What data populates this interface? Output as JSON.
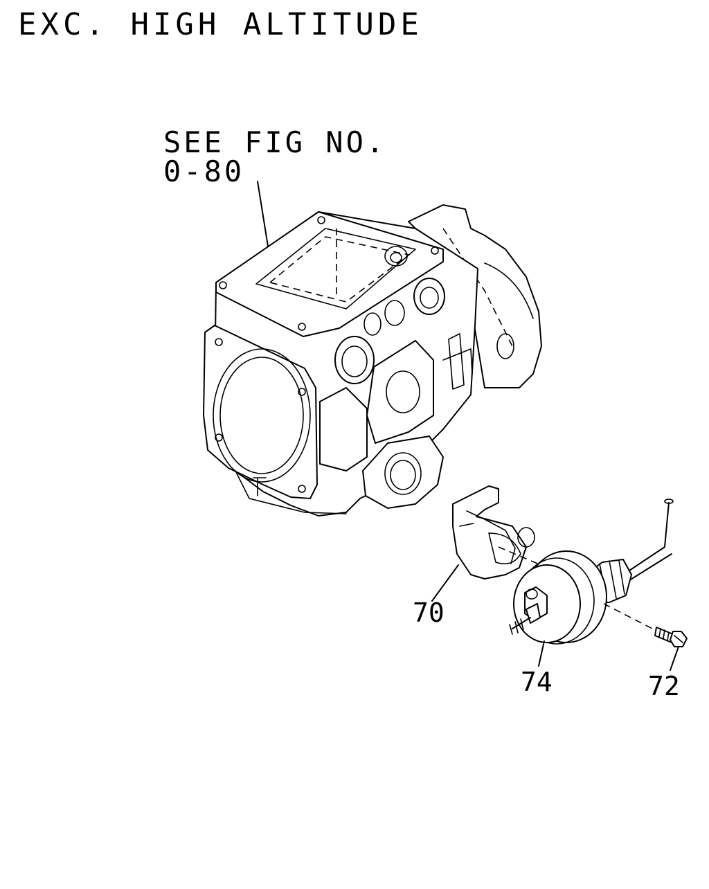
{
  "header": {
    "title": "EXC. HIGH ALTITUDE"
  },
  "reference": {
    "line1": "SEE FIG NO.",
    "line2": "0-80"
  },
  "callouts": {
    "bracket": "70",
    "actuator": "74",
    "bolt": "72"
  }
}
